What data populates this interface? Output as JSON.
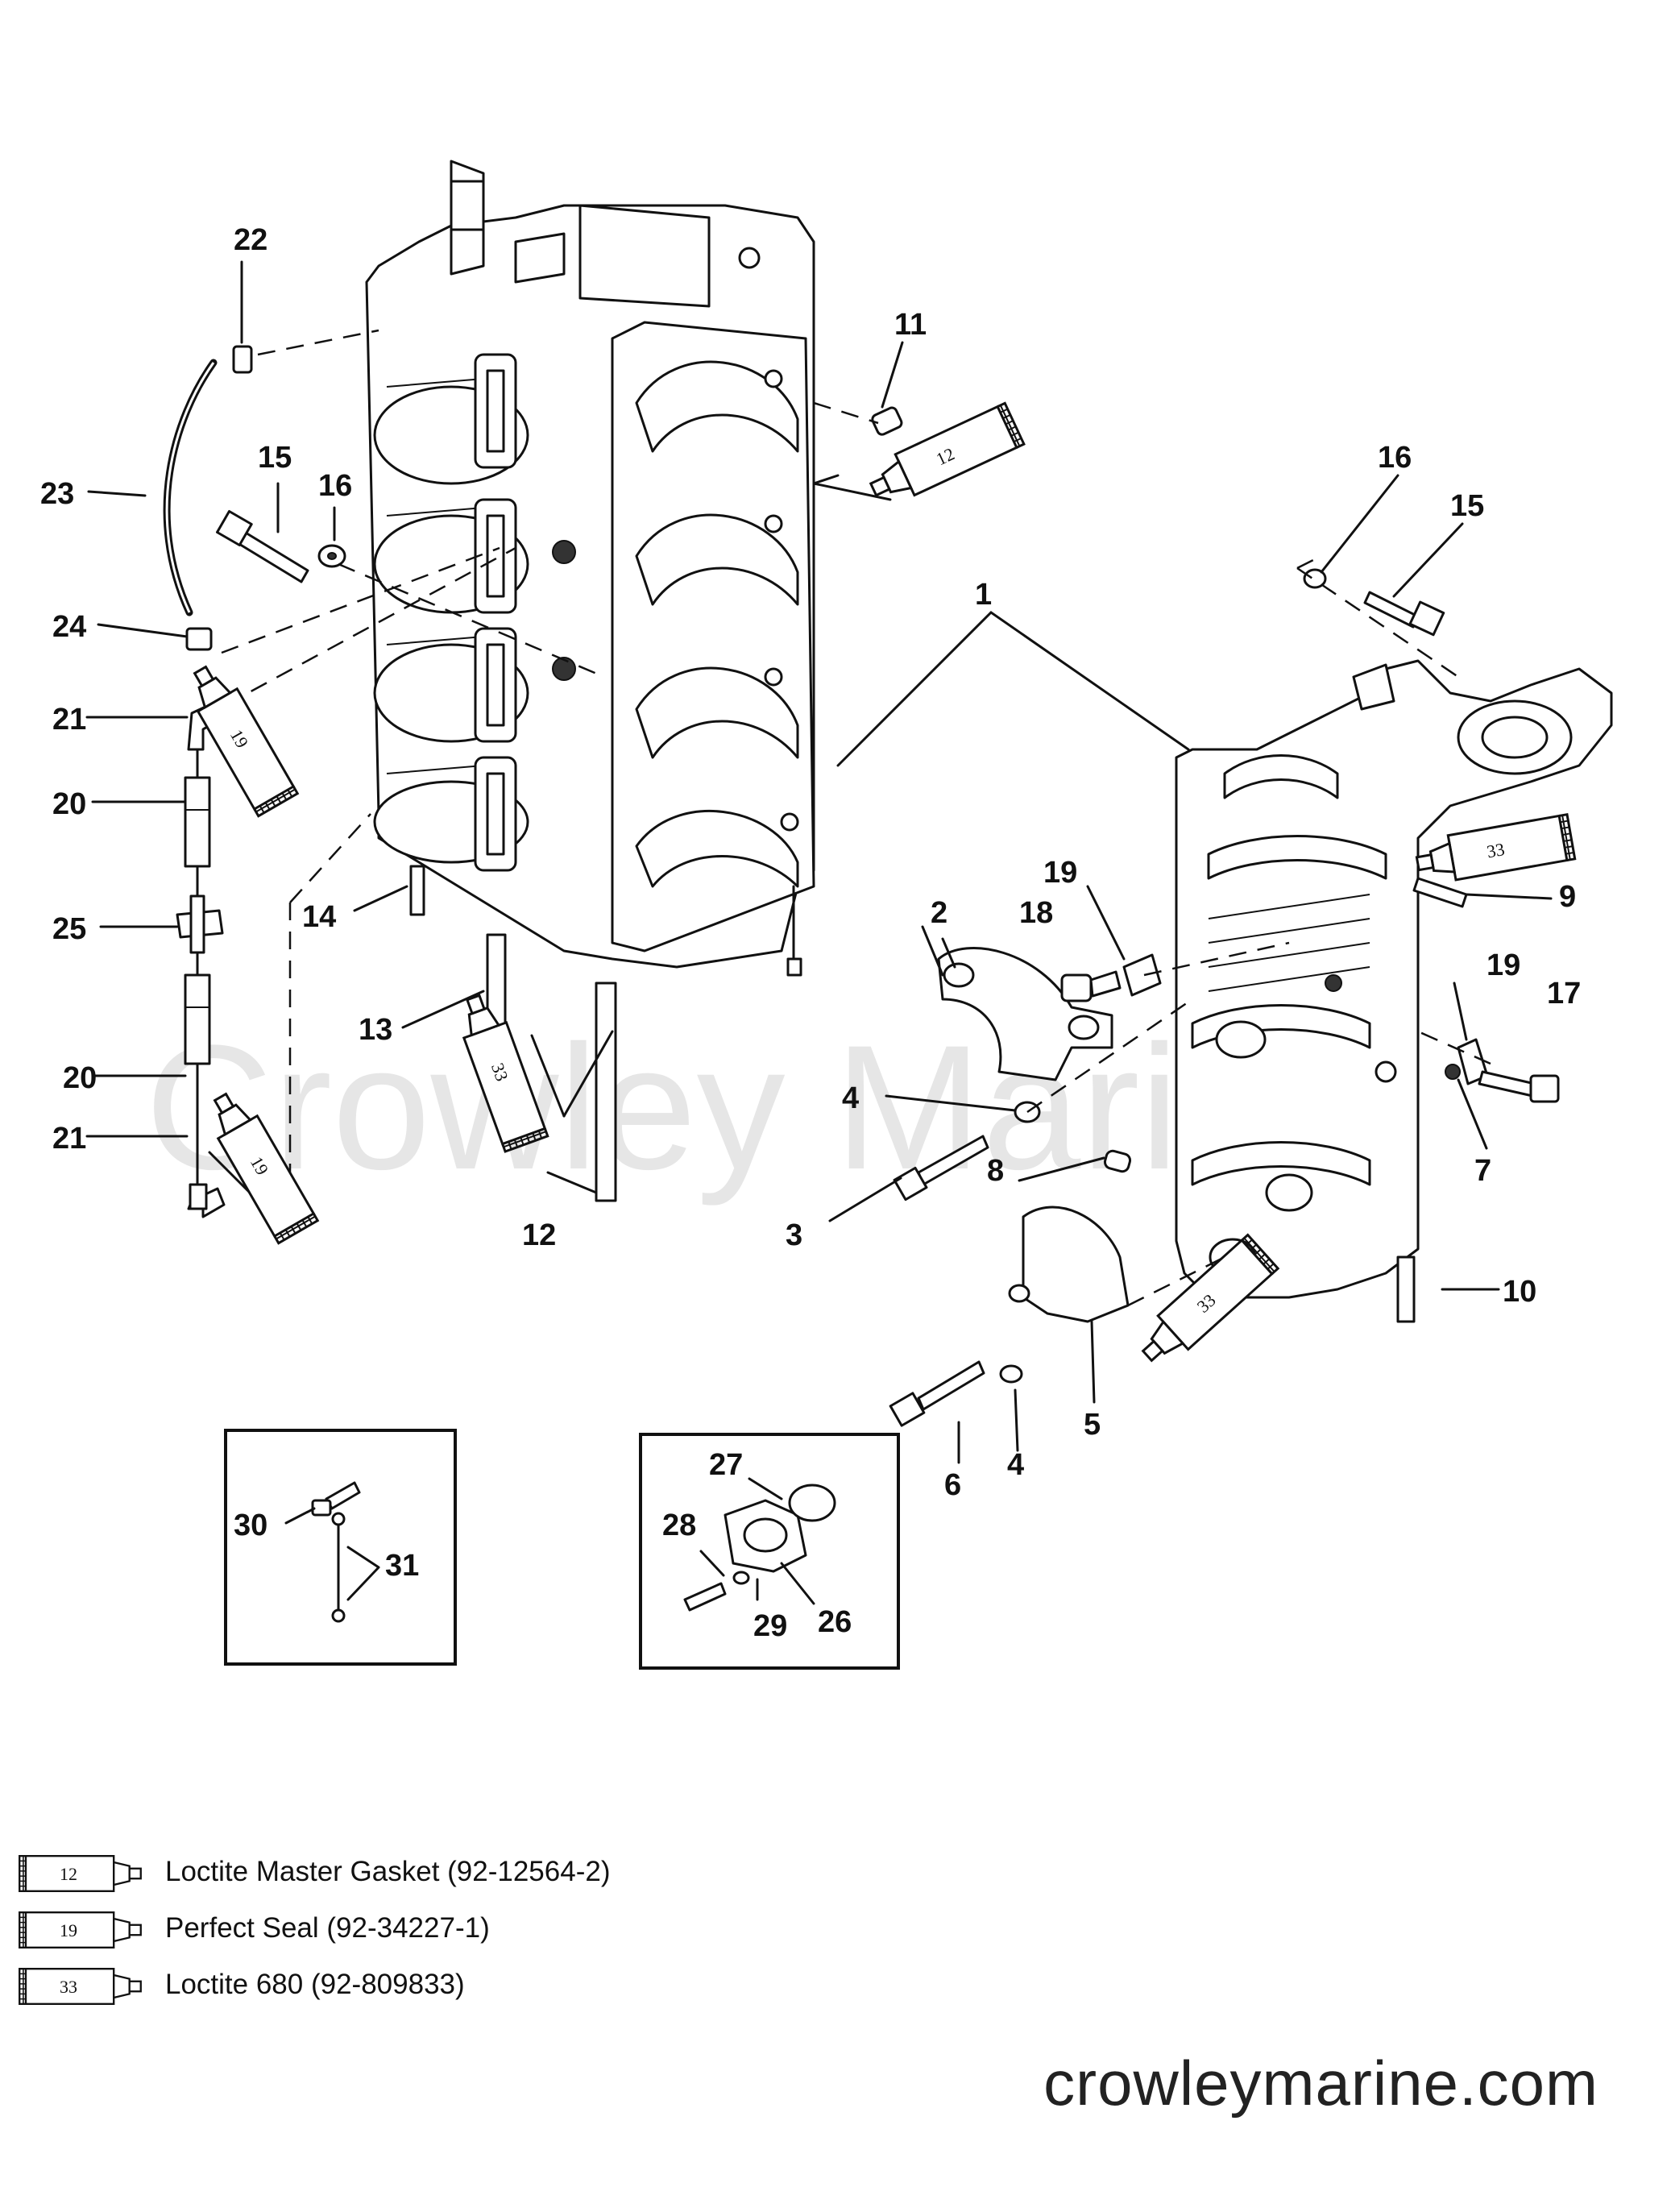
{
  "watermark": "Crowley Marine",
  "callouts": [
    "22",
    "11",
    "23",
    "15",
    "16",
    "16",
    "15",
    "24",
    "1",
    "21",
    "20",
    "25",
    "20",
    "21",
    "14",
    "13",
    "12",
    "19",
    "18",
    "2",
    "9",
    "19",
    "17",
    "4",
    "8",
    "7",
    "3",
    "10",
    "5",
    "6",
    "4",
    "30",
    "31",
    "27",
    "28",
    "29",
    "26"
  ],
  "tubes": [
    {
      "number": "12"
    },
    {
      "number": "19"
    },
    {
      "number": "33"
    },
    {
      "number": "33"
    },
    {
      "number": "19"
    },
    {
      "number": "33"
    }
  ],
  "legend": [
    {
      "number": "12",
      "label": "Loctite Master Gasket (92-12564-2)"
    },
    {
      "number": "19",
      "label": "Perfect Seal (92-34227-1)"
    },
    {
      "number": "33",
      "label": "Loctite 680 (92-809833)"
    }
  ],
  "footer": {
    "site": "crowleymarine.com"
  }
}
